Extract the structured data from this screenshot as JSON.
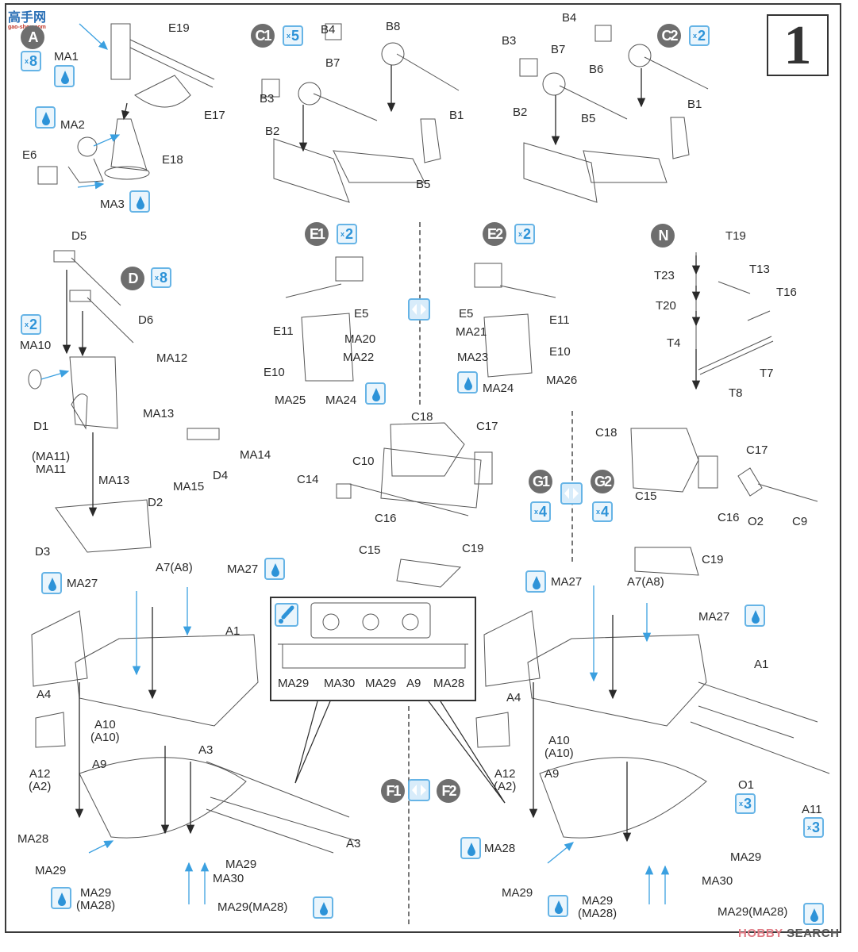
{
  "step_number": "1",
  "watermarks": {
    "top_left_cn": "高手网",
    "top_left_url": "gao-shou.com",
    "bottom_right_a": "HOBBY",
    "bottom_right_b": " SEARCH"
  },
  "colors": {
    "accent_blue": "#2d93d8",
    "badge_gray": "#6e6e6e",
    "line": "#2a2a2a",
    "watermark_red": "#e07a84"
  },
  "sections": {
    "A": {
      "badge": "A",
      "multiplier": "8",
      "labels": {
        "ma1": "MA1",
        "e19": "E19",
        "e17": "E17",
        "ma2": "MA2",
        "e6": "E6",
        "e18": "E18",
        "ma3": "MA3"
      }
    },
    "C1": {
      "badge": "C1",
      "multiplier": "5",
      "labels": {
        "b4": "B4",
        "b8": "B8",
        "b3": "B3",
        "b7": "B7",
        "b2": "B2",
        "b1": "B1",
        "b5": "B5"
      }
    },
    "C2": {
      "badge": "C2",
      "multiplier": "2",
      "labels": {
        "b4": "B4",
        "b3": "B3",
        "b7": "B7",
        "b6": "B6",
        "b2": "B2",
        "b5": "B5",
        "b1": "B1"
      }
    },
    "D": {
      "badge": "D",
      "multiplier": "8",
      "ma10_multiplier": "2",
      "labels": {
        "d5": "D5",
        "d6": "D6",
        "ma10": "MA10",
        "ma12": "MA12",
        "d1": "D1",
        "ma13a": "MA13",
        "ma13b": "MA13",
        "ma14": "MA14",
        "ma11": "(MA11)\nMA11",
        "d2": "D2",
        "ma15": "MA15",
        "d4": "D4",
        "d3": "D3"
      }
    },
    "E1": {
      "badge": "E1",
      "multiplier": "2",
      "labels": {
        "e11": "E11",
        "e5": "E5",
        "ma20": "MA20",
        "ma22": "MA22",
        "e10": "E10",
        "ma25": "MA25",
        "ma24": "MA24"
      }
    },
    "E2": {
      "badge": "E2",
      "multiplier": "2",
      "labels": {
        "e5": "E5",
        "e11": "E11",
        "ma21": "MA21",
        "ma23": "MA23",
        "e10": "E10",
        "ma24": "MA24",
        "ma26": "MA26"
      }
    },
    "N": {
      "badge": "N",
      "labels": {
        "t19": "T19",
        "t23": "T23",
        "t13": "T13",
        "t20": "T20",
        "t16": "T16",
        "t4": "T4",
        "t7": "T7",
        "t8": "T8"
      }
    },
    "G1": {
      "badge": "G1",
      "multiplier": "4",
      "labels": {
        "c18": "C18",
        "c17": "C17",
        "c10": "C10",
        "c14": "C14",
        "c16": "C16",
        "c15": "C15",
        "c19": "C19"
      }
    },
    "G2": {
      "badge": "G2",
      "multiplier": "4",
      "labels": {
        "c18": "C18",
        "c17": "C17",
        "c15": "C15",
        "c16": "C16",
        "o2": "O2",
        "c9": "C9",
        "c19": "C19"
      }
    },
    "F1": {
      "badge": "F1",
      "labels": {
        "ma27a": "MA27",
        "a7": "A7(A8)",
        "ma27b": "MA27",
        "a1": "A1",
        "a4": "A4",
        "a12": "A12\n(A2)",
        "a10": "A10\n(A10)",
        "a3a": "A3",
        "a9": "A9",
        "a3b": "A3",
        "ma28": "MA28",
        "ma29a": "MA29",
        "ma29b": "MA29",
        "ma30": "MA30",
        "ma29c": "MA29\n(MA28)",
        "ma29d": "MA29(MA28)"
      }
    },
    "F2": {
      "badge": "F2",
      "labels": {
        "ma27a": "MA27",
        "a7": "A7(A8)",
        "ma27b": "MA27",
        "a1": "A1",
        "a4": "A4",
        "a12": "A12\n(A2)",
        "a10": "A10\n(A10)",
        "a9": "A9",
        "o1": "O1",
        "o1_multiplier": "3",
        "a11": "A11",
        "a11_multiplier": "3",
        "ma28": "MA28",
        "ma29a": "MA29",
        "ma29b": "MA29",
        "ma30": "MA30",
        "ma29c": "MA29\n(MA28)",
        "ma29d": "MA29(MA28)"
      }
    },
    "inset": {
      "labels": {
        "ma29a": "MA29",
        "ma30": "MA30",
        "ma29b": "MA29",
        "a9": "A9",
        "ma28": "MA28"
      }
    }
  }
}
